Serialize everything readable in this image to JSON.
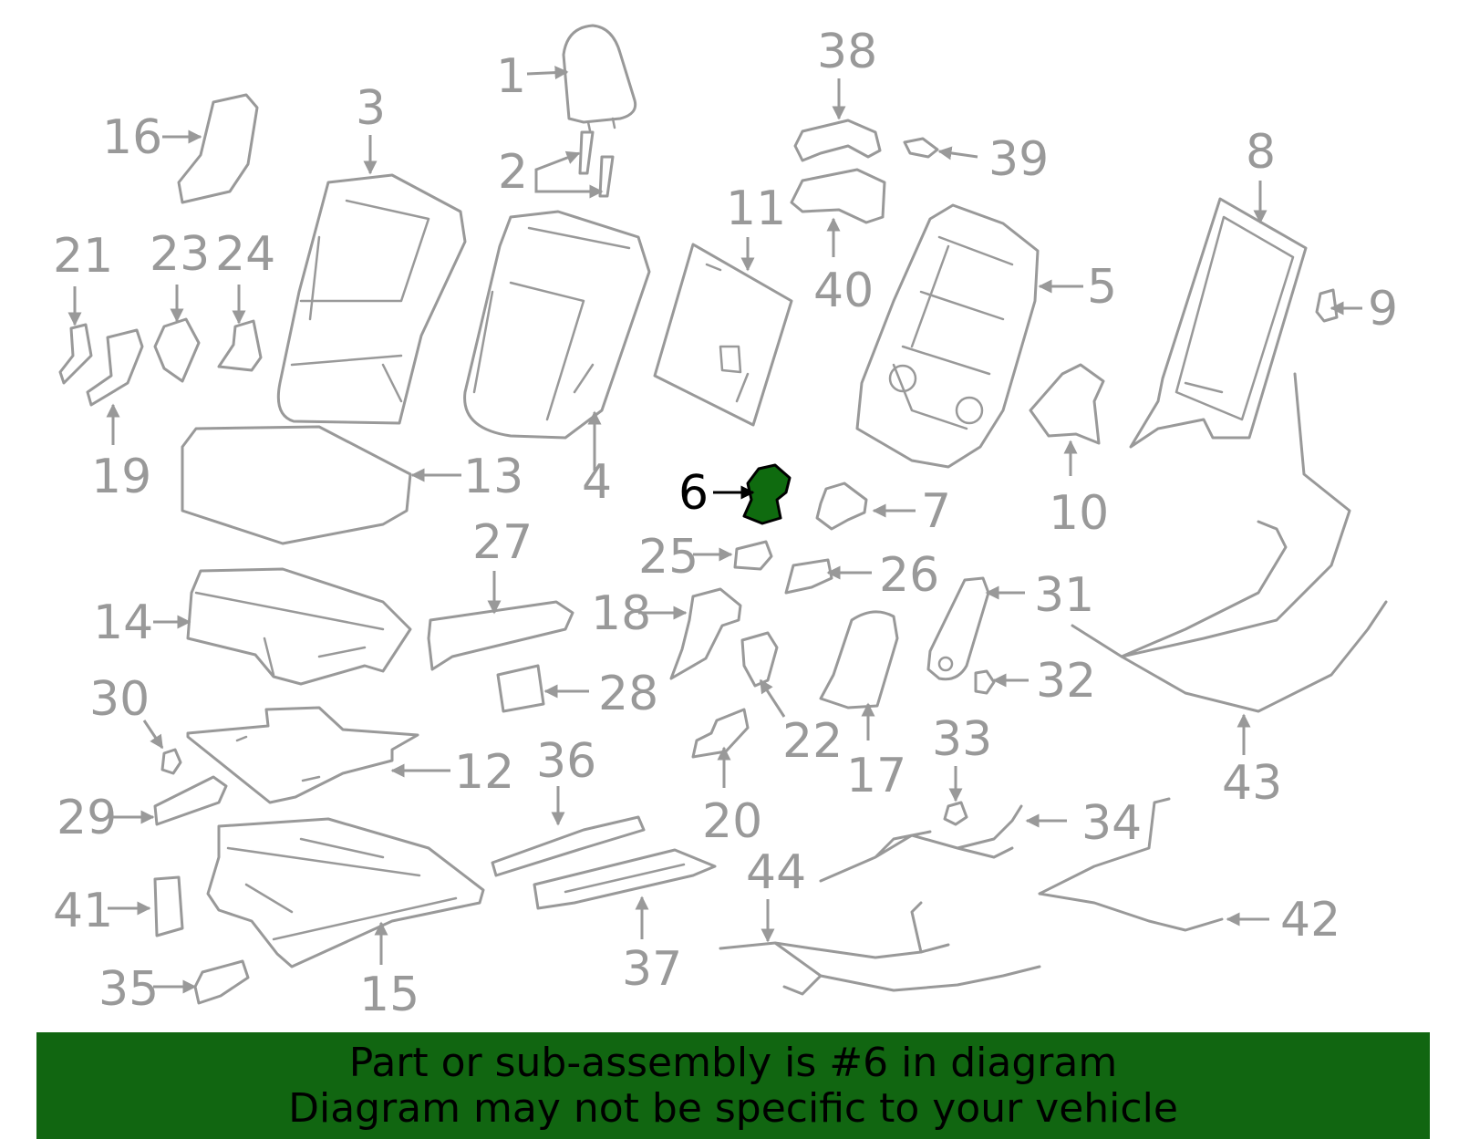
{
  "callouts": {
    "n1": "1",
    "n2": "2",
    "n3": "3",
    "n4": "4",
    "n5": "5",
    "n6": "6",
    "n7": "7",
    "n8": "8",
    "n9": "9",
    "n10": "10",
    "n11": "11",
    "n12": "12",
    "n13": "13",
    "n14": "14",
    "n15": "15",
    "n16": "16",
    "n17": "17",
    "n18": "18",
    "n19": "19",
    "n20": "20",
    "n21": "21",
    "n22": "22",
    "n23": "23",
    "n24": "24",
    "n25": "25",
    "n26": "26",
    "n27": "27",
    "n28": "28",
    "n29": "29",
    "n30": "30",
    "n31": "31",
    "n32": "32",
    "n33": "33",
    "n34": "34",
    "n35": "35",
    "n36": "36",
    "n37": "37",
    "n38": "38",
    "n39": "39",
    "n40": "40",
    "n41": "41",
    "n42": "42",
    "n43": "43",
    "n44": "44"
  },
  "highlighted_part": "6",
  "banner": {
    "line1": "Part or sub-assembly is #6 in diagram",
    "line2": "Diagram may not be specific to your vehicle"
  },
  "colors": {
    "line": "#999999",
    "highlight_fill": "#0f6b0f",
    "banner_bg": "#116611",
    "text_dark": "#000000"
  }
}
